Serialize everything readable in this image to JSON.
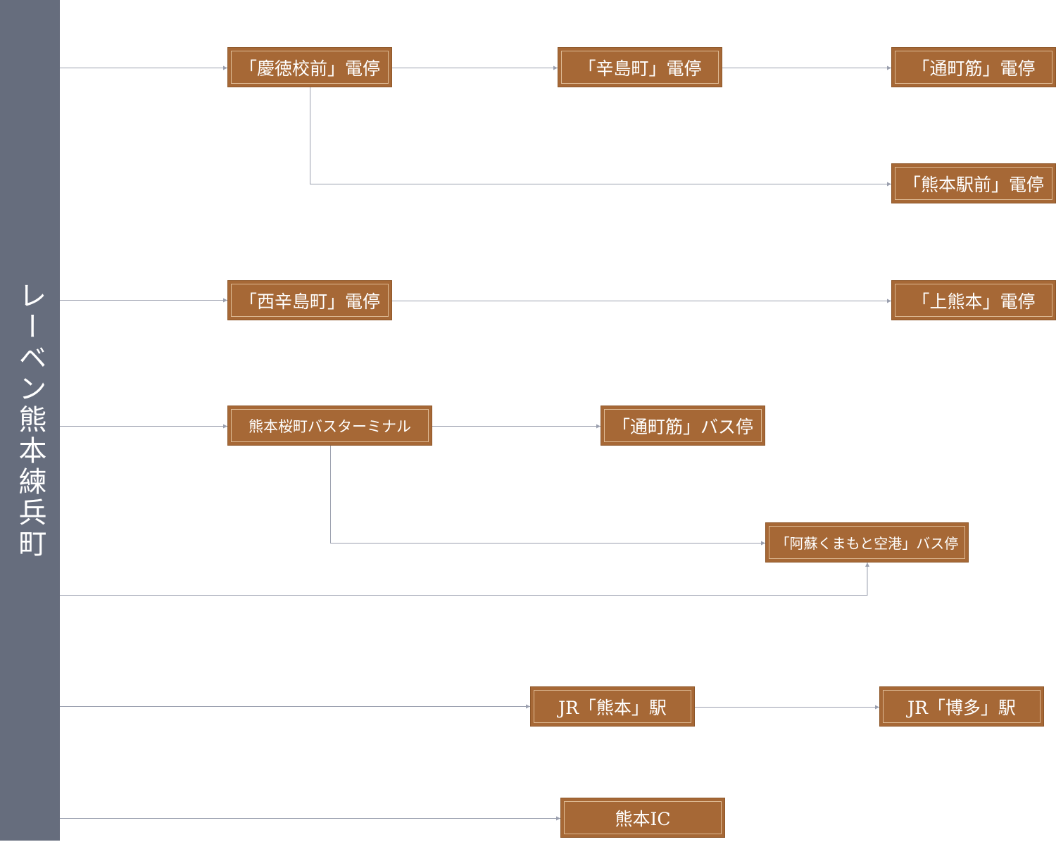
{
  "colors": {
    "sidebar": "#666d7d",
    "box_fill": "#a66836",
    "box_inner_border": "#f0d6b4",
    "connector": "#9a9fae",
    "text_on_box": "#ffffff"
  },
  "origin": "レーベン熊本練兵町",
  "nodes": [
    {
      "id": "keitoku",
      "label": "「慶徳校前」電停"
    },
    {
      "id": "karashima",
      "label": "「辛島町」電停"
    },
    {
      "id": "torichosuji_tram",
      "label": "「通町筋」電停"
    },
    {
      "id": "kumamoto_ekimae",
      "label": "「熊本駅前」電停"
    },
    {
      "id": "nishi_karashima",
      "label": "「西辛島町」電停"
    },
    {
      "id": "kami_kumamoto",
      "label": "「上熊本」電停"
    },
    {
      "id": "sakuramachi_bt",
      "label": "熊本桜町バスターミナル"
    },
    {
      "id": "torichosuji_bus",
      "label": "「通町筋」バス停"
    },
    {
      "id": "aso_airport",
      "label": "「阿蘇くまもと空港」バス停"
    },
    {
      "id": "jr_kumamoto",
      "label": "JR「熊本」駅"
    },
    {
      "id": "jr_hakata",
      "label": "JR「博多」駅"
    },
    {
      "id": "kumamoto_ic",
      "label": "熊本IC"
    }
  ],
  "edges": [
    {
      "from": "origin",
      "to": "keitoku"
    },
    {
      "from": "keitoku",
      "to": "karashima"
    },
    {
      "from": "karashima",
      "to": "torichosuji_tram"
    },
    {
      "from": "keitoku",
      "to": "kumamoto_ekimae"
    },
    {
      "from": "origin",
      "to": "nishi_karashima"
    },
    {
      "from": "nishi_karashima",
      "to": "kami_kumamoto"
    },
    {
      "from": "origin",
      "to": "sakuramachi_bt"
    },
    {
      "from": "sakuramachi_bt",
      "to": "torichosuji_bus"
    },
    {
      "from": "sakuramachi_bt",
      "to": "aso_airport"
    },
    {
      "from": "origin",
      "to": "aso_airport"
    },
    {
      "from": "origin",
      "to": "jr_kumamoto"
    },
    {
      "from": "jr_kumamoto",
      "to": "jr_hakata"
    },
    {
      "from": "origin",
      "to": "kumamoto_ic"
    }
  ]
}
